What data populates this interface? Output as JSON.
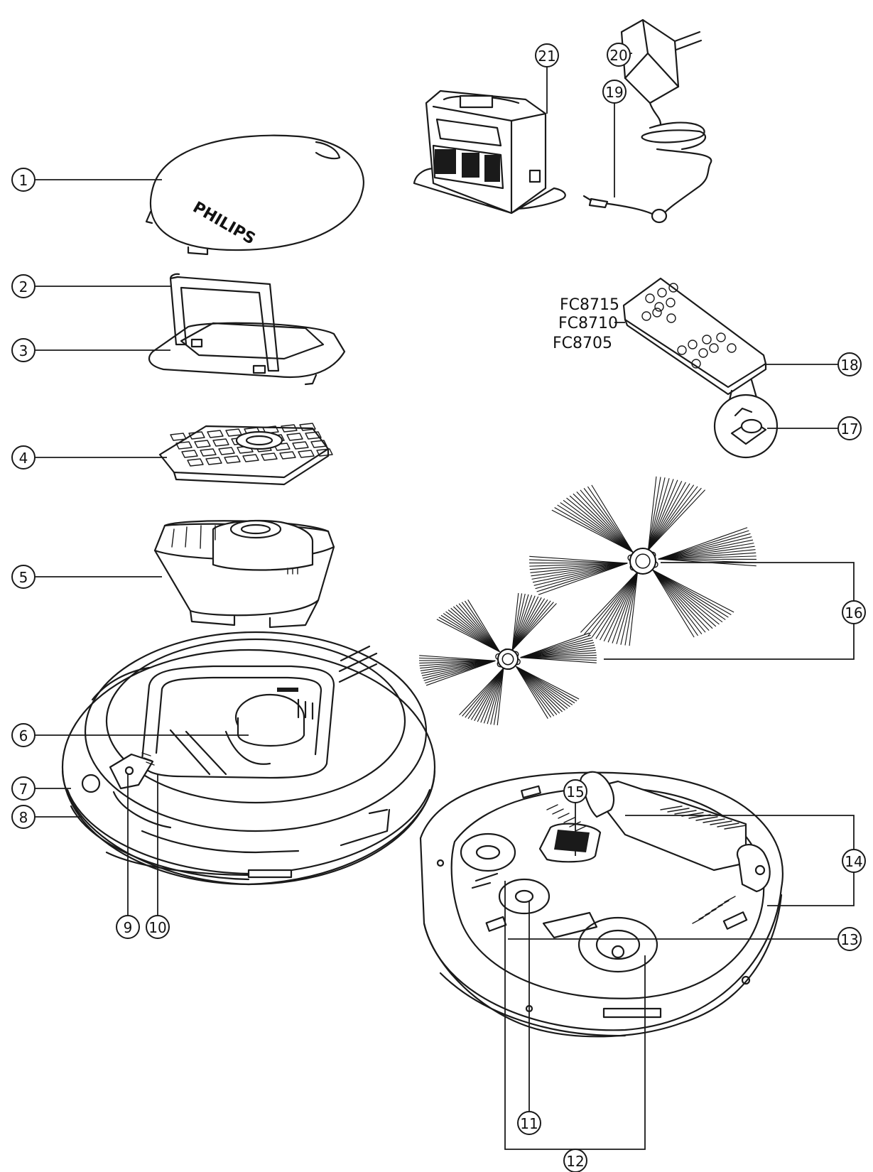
{
  "callouts": [
    {
      "id": "1",
      "label": "1"
    },
    {
      "id": "2",
      "label": "2"
    },
    {
      "id": "3",
      "label": "3"
    },
    {
      "id": "4",
      "label": "4"
    },
    {
      "id": "5",
      "label": "5"
    },
    {
      "id": "6",
      "label": "6"
    },
    {
      "id": "7",
      "label": "7"
    },
    {
      "id": "8",
      "label": "8"
    },
    {
      "id": "9",
      "label": "9"
    },
    {
      "id": "10",
      "label": "10"
    },
    {
      "id": "11",
      "label": "11"
    },
    {
      "id": "12",
      "label": "12"
    },
    {
      "id": "13",
      "label": "13"
    },
    {
      "id": "14",
      "label": "14"
    },
    {
      "id": "15",
      "label": "15"
    },
    {
      "id": "16",
      "label": "16"
    },
    {
      "id": "17",
      "label": "17"
    },
    {
      "id": "18",
      "label": "18"
    },
    {
      "id": "19",
      "label": "19"
    },
    {
      "id": "20",
      "label": "20"
    },
    {
      "id": "21",
      "label": "21"
    }
  ],
  "models": [
    "FC8715",
    "FC8710",
    "FC8705"
  ],
  "cover_logo": "PHILIPS"
}
